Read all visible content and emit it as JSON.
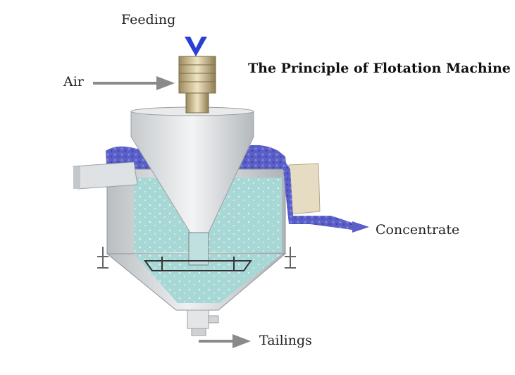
{
  "title": "The Principle of Flotation Machine",
  "labels": {
    "feeding": "Feeding",
    "air": "Air",
    "concentrate": "Concentrate",
    "tailings": "Tailings"
  },
  "colors": {
    "froth": "#5a5fc8",
    "pulp": "#a8d8d6",
    "tank_metal": "#cfd3d6",
    "feed_arrow": "#2a3fd6",
    "flow_arrow": "#8a8a8a",
    "impeller_brass": "#d8c9a0"
  }
}
